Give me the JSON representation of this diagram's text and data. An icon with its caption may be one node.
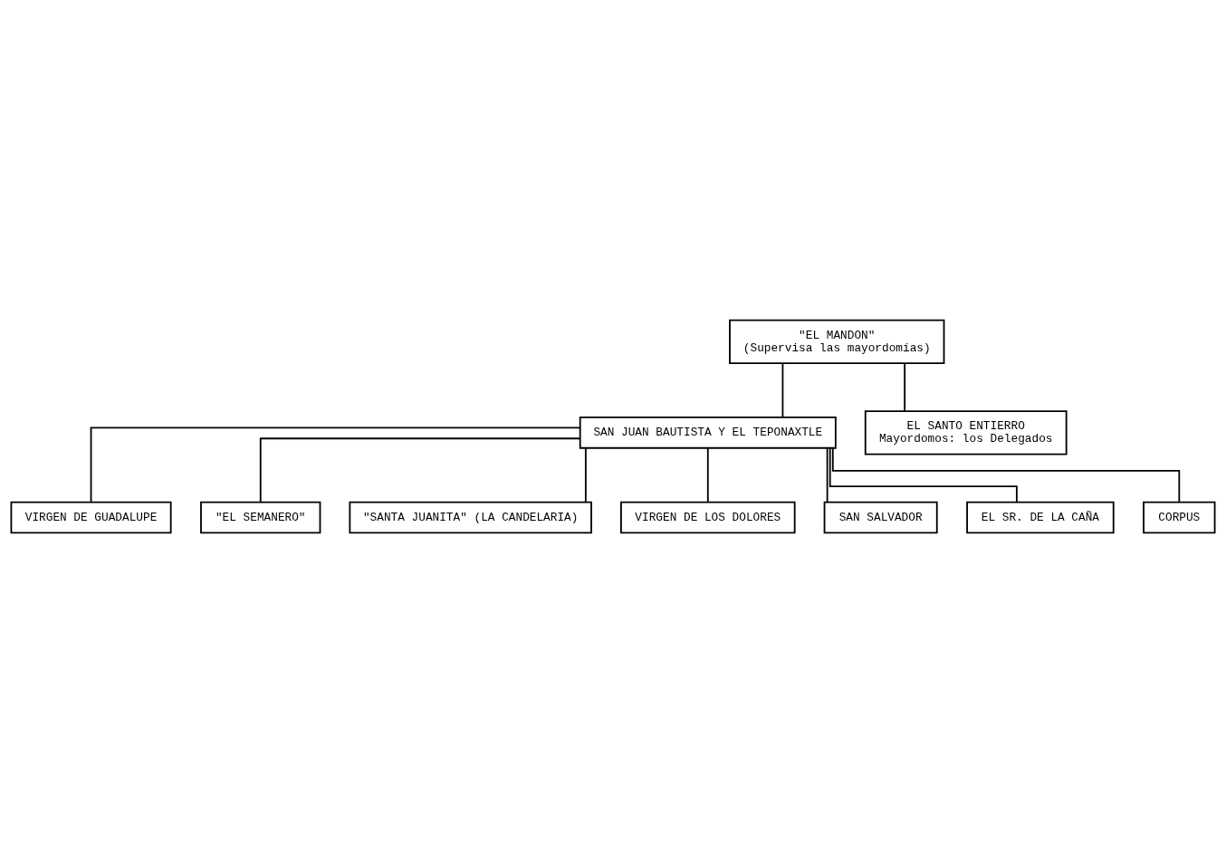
{
  "diagram": {
    "nodes": [
      {
        "text": [
          "\"EL MANDON\"",
          "(Supervisa las mayordomías)"
        ]
      },
      {
        "text": [
          "SAN JUAN BAUTISTA Y EL TEPONAXTLE"
        ]
      },
      {
        "text": [
          "EL SANTO ENTIERRO",
          "Mayordomos: los Delegados"
        ]
      },
      {
        "text": [
          "VIRGEN DE GUADALUPE"
        ]
      },
      {
        "text": [
          "\"EL SEMANERO\""
        ]
      },
      {
        "text": [
          "\"SANTA JUANITA\" (LA CANDELARIA)"
        ]
      },
      {
        "text": [
          "VIRGEN DE LOS DOLORES"
        ]
      },
      {
        "text": [
          "SAN SALVADOR"
        ]
      },
      {
        "text": [
          "EL SR. DE LA CAÑA"
        ]
      },
      {
        "text": [
          "CORPUS"
        ]
      }
    ],
    "edges": [
      {
        "from": 0,
        "to": 1,
        "arrow": "none"
      },
      {
        "from": 0,
        "to": 2,
        "arrow": "none"
      },
      {
        "from": 1,
        "to": 3,
        "arrow": "none"
      },
      {
        "from": 1,
        "to": 4,
        "arrow": "none"
      },
      {
        "from": 1,
        "to": 5,
        "arrow": "none"
      },
      {
        "from": 1,
        "to": 6,
        "arrow": "none"
      },
      {
        "from": 1,
        "to": 7,
        "arrow": "none"
      },
      {
        "from": 1,
        "to": 8,
        "arrow": "none"
      },
      {
        "from": 1,
        "to": 9,
        "arrow": "none"
      }
    ]
  }
}
